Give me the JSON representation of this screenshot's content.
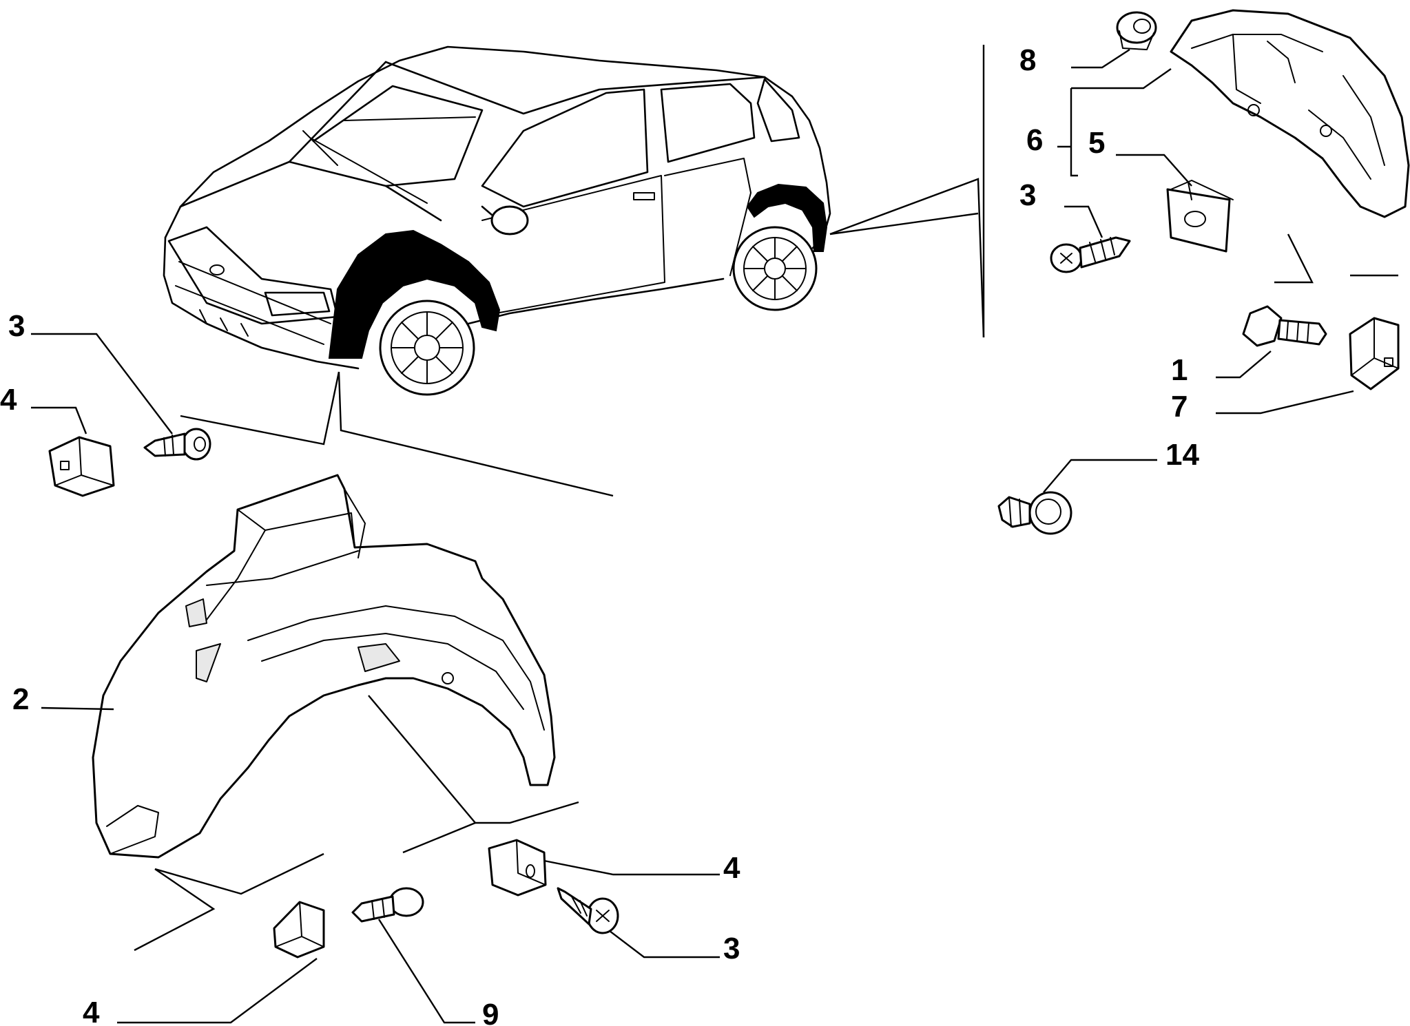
{
  "callouts": {
    "c1": "1",
    "c2": "2",
    "c3_left": "3",
    "c3_right": "3",
    "c3_bottom": "3",
    "c4_left": "4",
    "c4_mid": "4",
    "c4_bottom": "4",
    "c5": "5",
    "c6": "6",
    "c7": "7",
    "c8": "8",
    "c9": "9",
    "c14": "14"
  }
}
